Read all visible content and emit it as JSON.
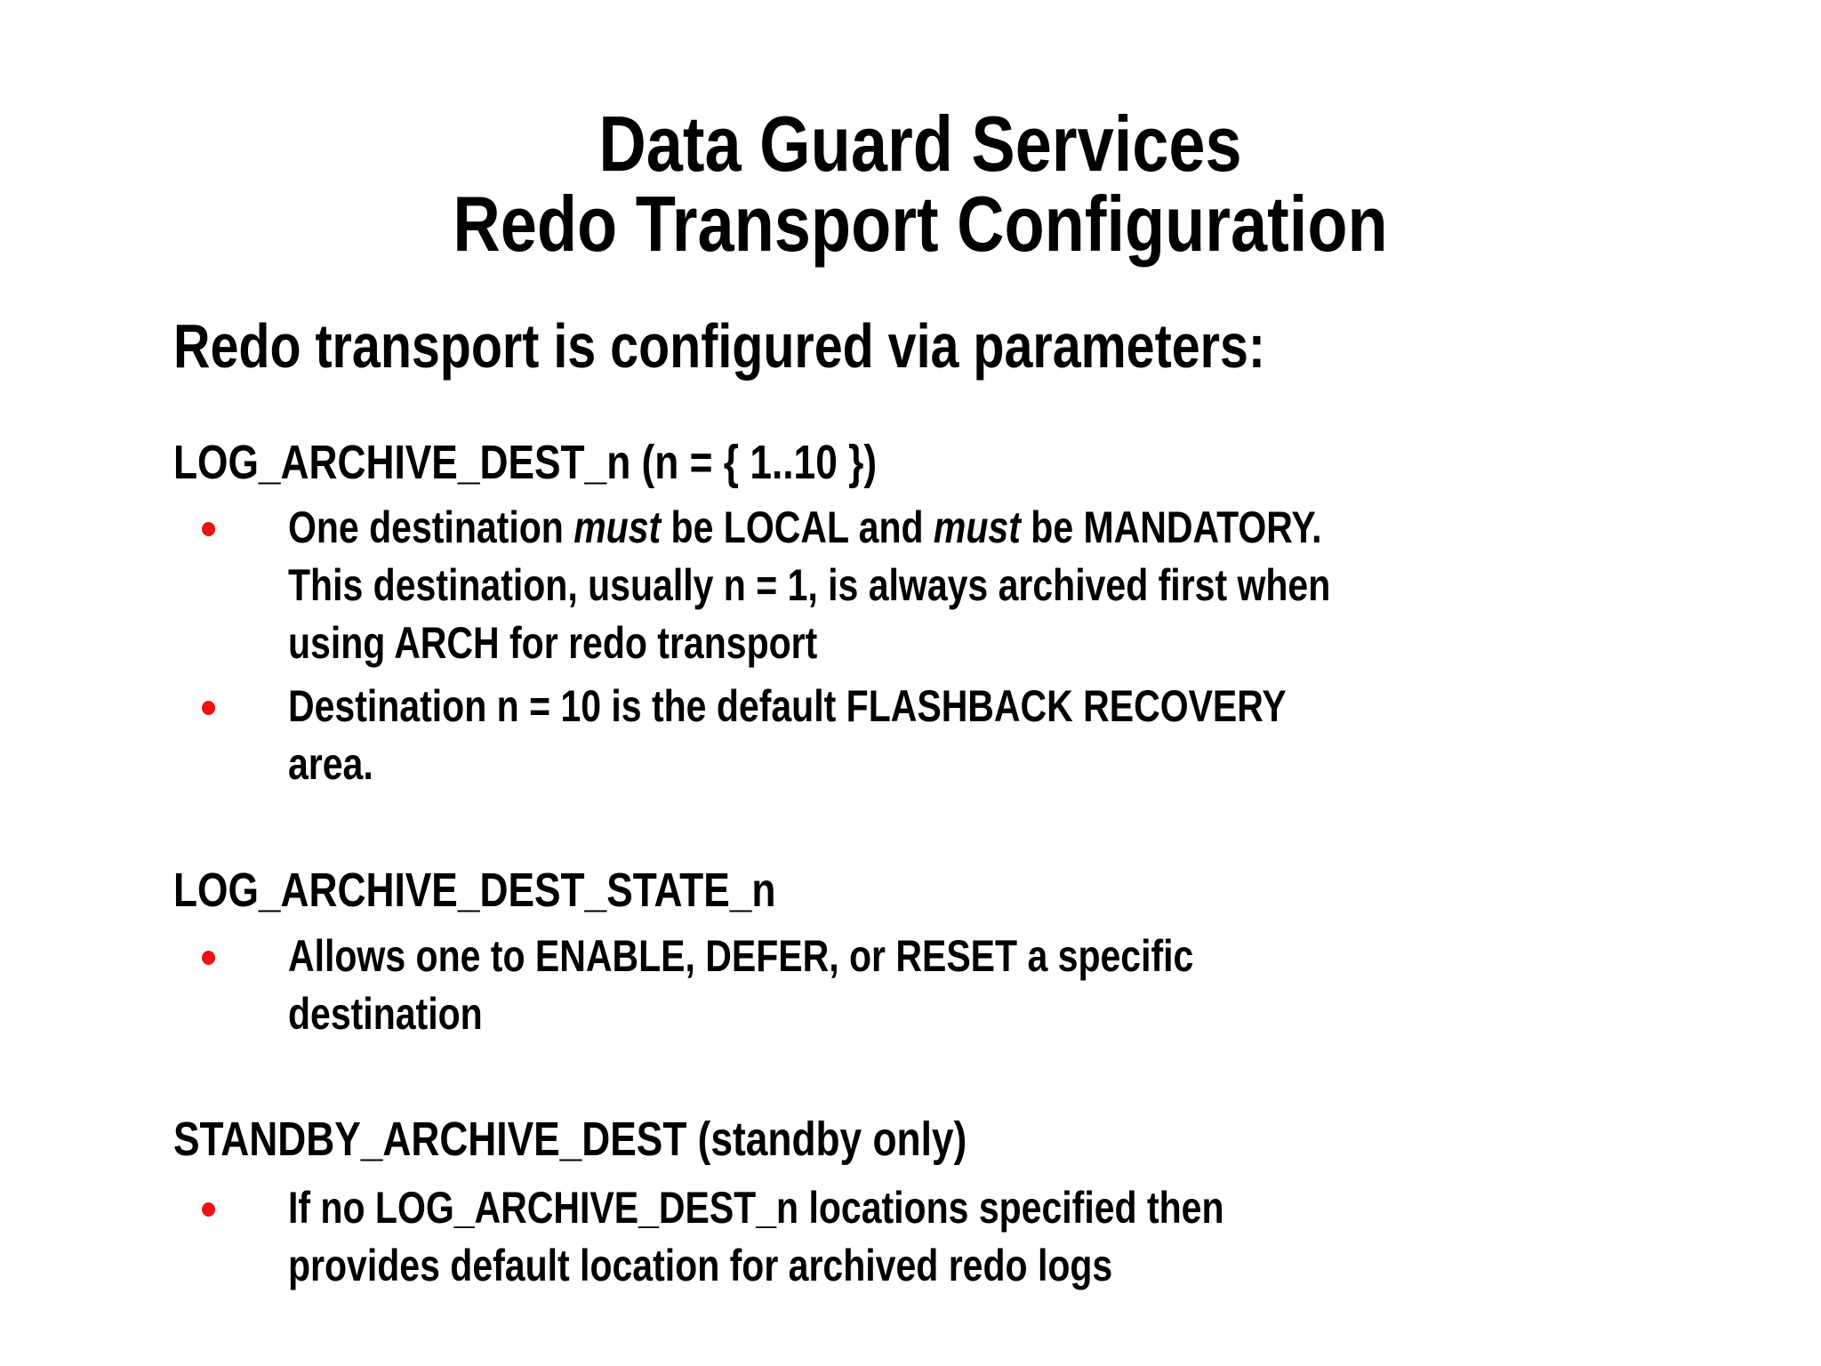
{
  "slide": {
    "background_color": "#ffffff",
    "text_color": "#000000",
    "bullet_color": "#ee1111",
    "title": {
      "line1": "Data Guard Services",
      "line2": "Redo Transport Configuration"
    },
    "intro": "Redo transport is configured via parameters:",
    "sections": [
      {
        "header": "LOG_ARCHIVE_DEST_n (n = { 1..10 })",
        "bullets": [
          {
            "lines": [
              [
                "One destination ",
                "must",
                " be LOCAL and ",
                "must",
                " be MANDATORY."
              ],
              [
                "This destination, usually n = 1, is always archived first when"
              ],
              [
                "using ARCH for redo transport"
              ]
            ]
          },
          {
            "lines": [
              [
                "Destination n = 10 is the default FLASHBACK RECOVERY"
              ],
              [
                "area."
              ]
            ]
          }
        ]
      },
      {
        "header": "LOG_ARCHIVE_DEST_STATE_n",
        "bullets": [
          {
            "lines": [
              [
                "Allows one to ENABLE, DEFER, or RESET a specific"
              ],
              [
                "destination"
              ]
            ]
          }
        ]
      },
      {
        "header": "STANDBY_ARCHIVE_DEST (standby only)",
        "bullets": [
          {
            "lines": [
              [
                "If no LOG_ARCHIVE_DEST_n locations specified then"
              ],
              [
                "provides default location for archived redo logs"
              ]
            ]
          }
        ]
      }
    ]
  }
}
